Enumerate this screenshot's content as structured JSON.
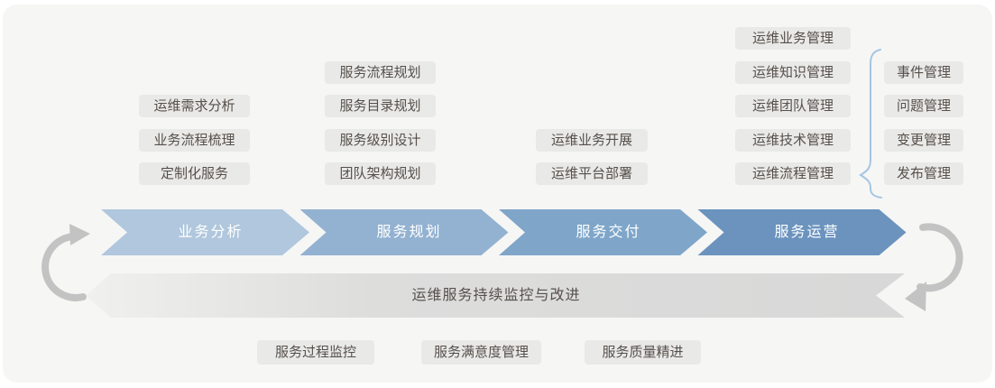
{
  "flow": {
    "stages": [
      {
        "label": "业务分析",
        "items": [
          "运维需求分析",
          "业务流程梳理",
          "定制化服务"
        ]
      },
      {
        "label": "服务规划",
        "items": [
          "服务流程规划",
          "服务目录规划",
          "服务级别设计",
          "团队架构规划"
        ]
      },
      {
        "label": "服务交付",
        "items": [
          "运维业务开展",
          "运维平台部署"
        ]
      },
      {
        "label": "服务运营",
        "items": [
          "运维业务管理",
          "运维知识管理",
          "运维团队管理",
          "运维技术管理",
          "运维流程管理"
        ],
        "sub_items": [
          "事件管理",
          "问题管理",
          "变更管理",
          "发布管理"
        ]
      }
    ],
    "feedback_label": "运维服务持续监控与改进",
    "monitor_items": [
      "服务过程监控",
      "服务满意度管理",
      "服务质量精进"
    ],
    "colors": {
      "stage_1": "#b0c7dd",
      "stage_2": "#93b2d1",
      "stage_3": "#7fa6c9",
      "stage_4": "#6b93be",
      "band_start": "#f0f0ef",
      "band_end": "#d8d8d8",
      "tag_bg": "#e9e9e7",
      "tag_text": "#56504b",
      "loop_arrow": "#c3c3c3",
      "brace": "#a6c5e2"
    }
  }
}
